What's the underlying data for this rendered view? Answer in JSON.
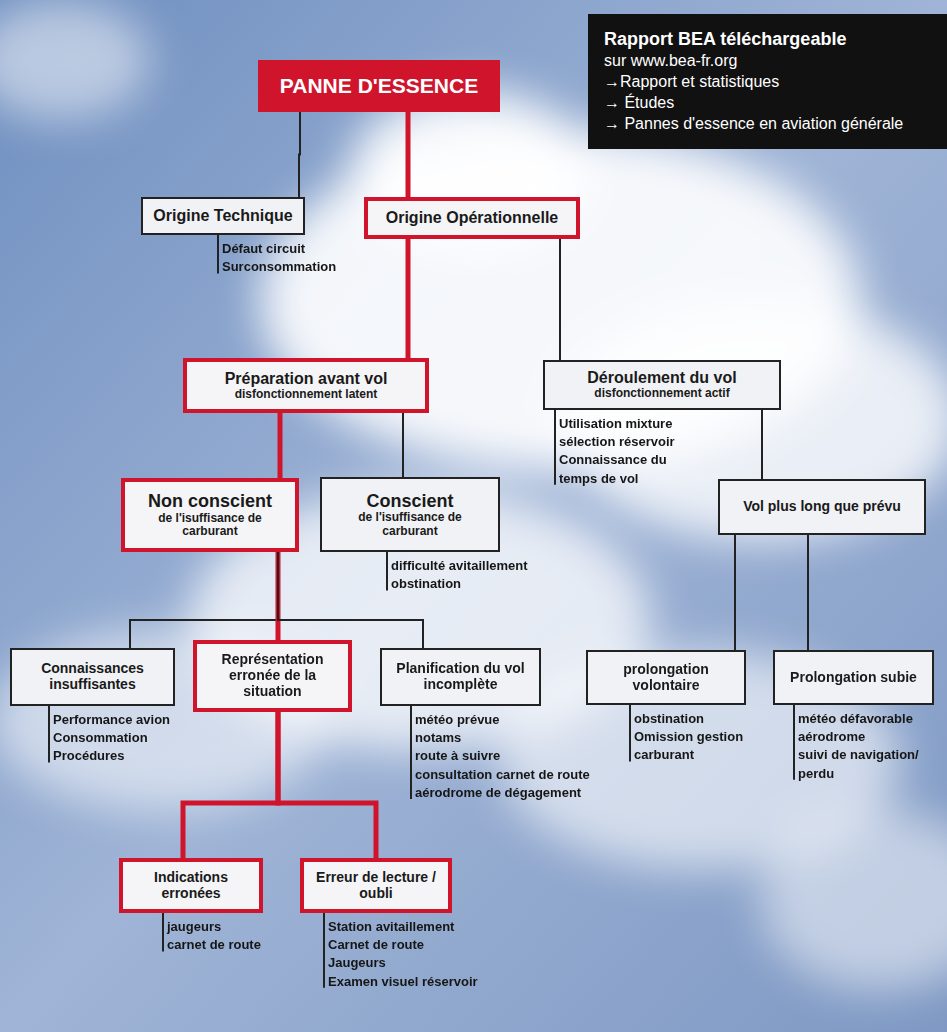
{
  "diagram": {
    "nodes": [
      {
        "text": [
          "PANNE D'ESSENCE"
        ]
      },
      {
        "text": [
          "Rapport BEA téléchargeable",
          "sur www.bea-fr.org",
          "→Rapport et statistiques",
          "→ Études",
          "→ Pannes d'essence en aviation générale"
        ]
      },
      {
        "text": [
          "Origine Technique"
        ]
      },
      {
        "text": [
          "Origine Opérationnelle"
        ]
      },
      {
        "text": [
          "Préparation avant vol",
          "disfonctionnement latent"
        ]
      },
      {
        "text": [
          "Déroulement du vol",
          "disfonctionnement actif"
        ]
      },
      {
        "text": [
          "Non conscient",
          "de l'isuffisance de carburant"
        ]
      },
      {
        "text": [
          "Conscient",
          "de l'isuffisance de carburant"
        ]
      },
      {
        "text": [
          "Vol plus long que prévu"
        ]
      },
      {
        "text": [
          "Connaissances insuffisantes"
        ]
      },
      {
        "text": [
          "Représentation erronée de la situation"
        ]
      },
      {
        "text": [
          "Planification du vol incomplète"
        ]
      },
      {
        "text": [
          "prolongation volontaire"
        ]
      },
      {
        "text": [
          "Prolongation subie"
        ]
      },
      {
        "text": [
          "Indications erronées"
        ]
      },
      {
        "text": [
          "Erreur de lecture / oubli"
        ]
      }
    ],
    "edges": [
      {
        "from": 0,
        "to": 2,
        "arrow": "none"
      },
      {
        "from": 0,
        "to": 3,
        "arrow": "none"
      },
      {
        "from": 3,
        "to": 4,
        "arrow": "none"
      },
      {
        "from": 3,
        "to": 5,
        "arrow": "none"
      },
      {
        "from": 4,
        "to": 6,
        "arrow": "none"
      },
      {
        "from": 4,
        "to": 7,
        "arrow": "none"
      },
      {
        "from": 5,
        "to": 8,
        "arrow": "none"
      },
      {
        "from": 6,
        "to": 9,
        "arrow": "none"
      },
      {
        "from": 6,
        "to": 10,
        "arrow": "none"
      },
      {
        "from": 6,
        "to": 11,
        "arrow": "none"
      },
      {
        "from": 8,
        "to": 12,
        "arrow": "none"
      },
      {
        "from": 8,
        "to": 13,
        "arrow": "none"
      },
      {
        "from": 10,
        "to": 14,
        "arrow": "none"
      },
      {
        "from": 10,
        "to": 15,
        "arrow": "none"
      }
    ],
    "labels": [
      "Défaut circuit",
      "Surconsommation",
      "Utilisation mixture",
      "sélection réservoir",
      "Connaissance du temps de vol",
      "difficulté avitaillement",
      "obstination",
      "Performance avion",
      "Consommation",
      "Procédures",
      "météo prévue",
      "notams",
      "route à suivre",
      "consultation carnet de route",
      "aérodrome de dégagement",
      "obstination",
      "Omission gestion carburant",
      "météo défavorable",
      "aérodrome",
      "suivi de navigation/ perdu",
      "jaugeurs",
      "carnet de route",
      "Station avitaillement",
      "Carnet de route",
      "Jaugeurs",
      "Examen visuel réservoir"
    ]
  }
}
